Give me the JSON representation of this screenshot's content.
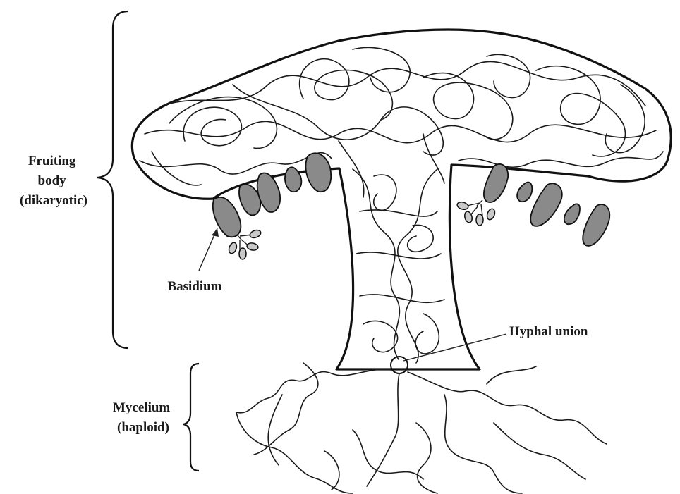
{
  "labels": {
    "fruiting_body": [
      "Fruiting",
      "body",
      "(dikaryotic)"
    ],
    "basidium": "Basidium",
    "hyphal_union": "Hyphal union",
    "mycelium": [
      "Mycelium",
      "(haploid)"
    ]
  },
  "colors": {
    "outline": "#111111",
    "basidium_fill": "#8a8a8a",
    "spore_fill": "#c9c9c9",
    "background": "#ffffff"
  }
}
